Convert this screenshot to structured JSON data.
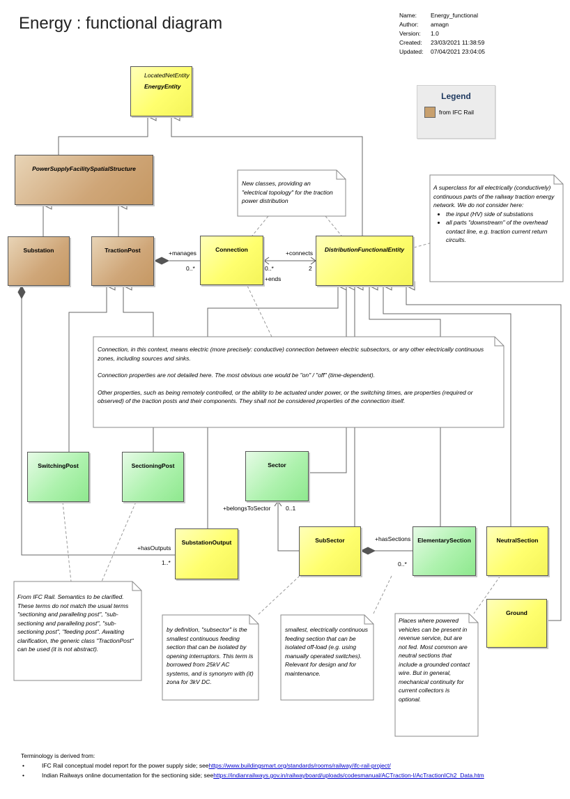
{
  "title": "Energy : functional diagram",
  "meta": [
    {
      "key": "Name:",
      "value": "Energy_functional"
    },
    {
      "key": "Author:",
      "value": "amagn"
    },
    {
      "key": "Version:",
      "value": "1.0"
    },
    {
      "key": "Created:",
      "value": "23/03/2021 11:38:59"
    },
    {
      "key": "Updated:",
      "value": "07/04/2021 23:04:05"
    }
  ],
  "legend": {
    "title": "Legend",
    "item": "from IFC Rail"
  },
  "classes": {
    "energy_entity": {
      "stereo": "LocatedNetEntity",
      "name": "EnergyEntity"
    },
    "power_supply": "PowerSupplyFacilitySpatialStructure",
    "substation": "Substation",
    "traction_post": "TractionPost",
    "connection": "Connection",
    "dfe": "DistributionFunctionalEntity",
    "switching_post": "SwitchingPost",
    "sectioning_post": "SectioningPost",
    "sector": "Sector",
    "substation_output": "SubstationOutput",
    "subsector": "SubSector",
    "elementary_section": "ElementarySection",
    "neutral_section": "NeutralSection",
    "ground": "Ground"
  },
  "labels": {
    "manages": "+manages",
    "manages_mult": "0..*",
    "connects": "+connects",
    "connects_mult": "2",
    "ends_mult": "0..*",
    "ends": "+ends",
    "has_outputs": "+hasOutputs",
    "has_outputs_mult": "1..*",
    "belongs_to_sector": "+belongsToSector",
    "belongs_mult": "0..1",
    "has_sections": "+hasSections",
    "has_sections_mult": "0..*"
  },
  "notes": {
    "new_classes": "New classes, providing an \"electrical topology\" for the traction power distribution",
    "superclass_intro": "A superclass for all electrically (conductively) continuous parts of the railway traction energy network. We do not consider here:",
    "superclass_bullets": [
      "the input (HV) side of substations",
      "all parts \"downstream\" of the overhead contact line, e.g. traction current return circuits."
    ],
    "connection_p1": "Connection, in this context, means electric (more precisely: conductive) connection between electric subsectors, or any other electrically continuous zones, including sources and sinks.",
    "connection_p2": "Connection properties are not detailed here. The most obvious one would be \"on\" / \"off\" (time-dependent).",
    "connection_p3": "Other properties, such as being remotely controlled, or the ability to be actuated under power, or the switching times, are properties (required or observed) of the traction posts and their components. They shall not be considered properties of the connection itself.",
    "ifc_rail": "From IFC Rail. Semantics to be clarified. These terms do not match the usual terms \"sectioning and paralleling post\", \"sub-sectioning and paralleling post\", \"sub-sectioning post\", \"feeding post\". Awaiting clarification, the generic class \"TractionPost\" can be used (it is not abstract).",
    "subsector": "by definition, \"subsector\" is the smallest continuous feeding section that can be isolated by opening interruptors. This term is borrowed from 25kV AC systems, and is synonym with (it) zona for 3kV DC.",
    "elementary": "smallest, electrically continuous feeding section that can be isolated off-load (e.g. using manually operated switches). Relevant for design and for maintenance.",
    "neutral": "Places where powered vehicles can be present in revenue service, but are not fed. Most common are neutral sections that include a grounded contact wire. But in general, mechanical continuity for current collectors is optional."
  },
  "footer": {
    "intro": "Terminology is derived from:",
    "items": [
      {
        "bullet": "•",
        "text": "IFC Rail conceptual model report for the power supply side; see ",
        "link": "https://www.buildingsmart.org/standards/rooms/railway/ifc-rail-project/"
      },
      {
        "bullet": "•",
        "text": "Indian Railways online documentation for the sectioning side; see ",
        "link": "https://indianrailways.gov.in/railwayboard/uploads/codesmanual/ACTraction-I/AcTractionICh2_Data.htm"
      }
    ]
  },
  "colors": {
    "domain_class": "#ffff6e",
    "new_class": "#aef2ae",
    "ifc_rail_class": "#c8a06e",
    "line": "#555555"
  }
}
